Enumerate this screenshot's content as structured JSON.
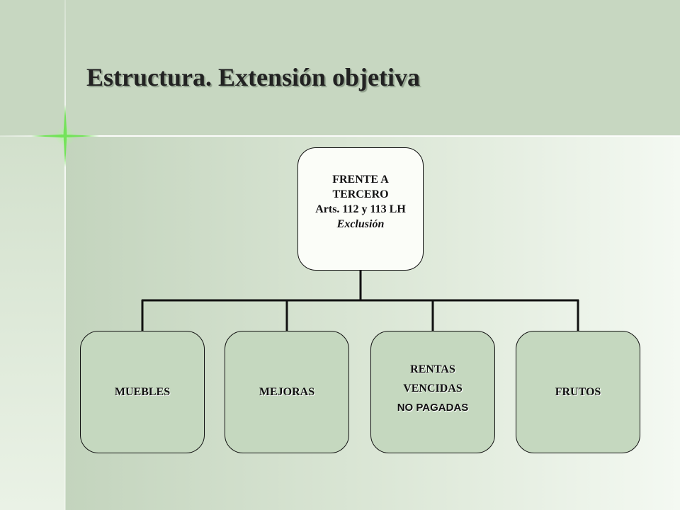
{
  "slide": {
    "title": "Estructura. Extensión objetiva"
  },
  "diagram": {
    "root": {
      "line1": "FRENTE A",
      "line2": "TERCERO",
      "line3": "Arts. 112 y 113 LH",
      "line4": "Exclusión"
    },
    "children": [
      {
        "label": "MUEBLES"
      },
      {
        "label": "MEJORAS"
      },
      {
        "lines": [
          "RENTAS",
          "VENCIDAS",
          "NO PAGADAS"
        ]
      },
      {
        "label": "FRUTOS"
      }
    ]
  },
  "colors": {
    "header_band": "#c7d7c1",
    "child_fill": "#c5d8bf",
    "root_fill": "#fbfdf8",
    "outline": "#111111"
  }
}
